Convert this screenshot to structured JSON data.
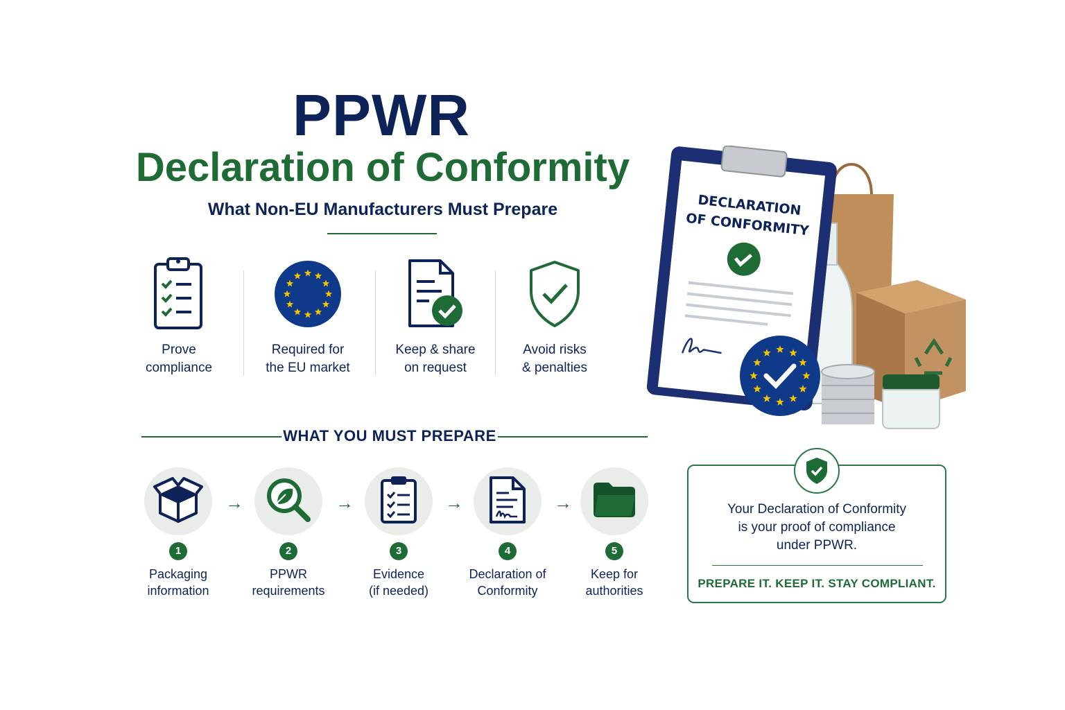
{
  "header": {
    "title": "PPWR",
    "subtitle": "Declaration of Conformity",
    "tagline": "What Non-EU Manufacturers Must Prepare"
  },
  "benefits": [
    {
      "icon": "clipboard-checklist-icon",
      "label": "Prove\ncompliance"
    },
    {
      "icon": "eu-flag-icon",
      "label": "Required for\nthe EU market"
    },
    {
      "icon": "document-check-icon",
      "label": "Keep & share\non request"
    },
    {
      "icon": "shield-check-icon",
      "label": "Avoid risks\n& penalties"
    }
  ],
  "section": {
    "title": "WHAT YOU MUST PREPARE"
  },
  "steps": [
    {
      "number": "1",
      "icon": "open-box-icon",
      "label": "Packaging\ninformation"
    },
    {
      "number": "2",
      "icon": "magnifier-leaf-icon",
      "label": "PPWR\nrequirements"
    },
    {
      "number": "3",
      "icon": "clipboard-list-icon",
      "label": "Evidence\n(if needed)"
    },
    {
      "number": "4",
      "icon": "signed-document-icon",
      "label": "Declaration of\nConformity"
    },
    {
      "number": "5",
      "icon": "folder-icon",
      "label": "Keep for\nauthorities"
    }
  ],
  "illustration": {
    "document_title_line1": "DECLARATION",
    "document_title_line2": "OF CONFORMITY"
  },
  "proof_box": {
    "badge_icon": "shield-check-icon",
    "text": "Your Declaration of Conformity\nis your proof of compliance\nunder PPWR.",
    "cta": "PREPARE IT. KEEP IT. STAY COMPLIANT."
  },
  "colors": {
    "navy": "#0d2357",
    "green": "#1e6b36",
    "eu_blue": "#0f3a8a",
    "eu_gold": "#f5c400",
    "step_bg": "#e9ece9"
  }
}
